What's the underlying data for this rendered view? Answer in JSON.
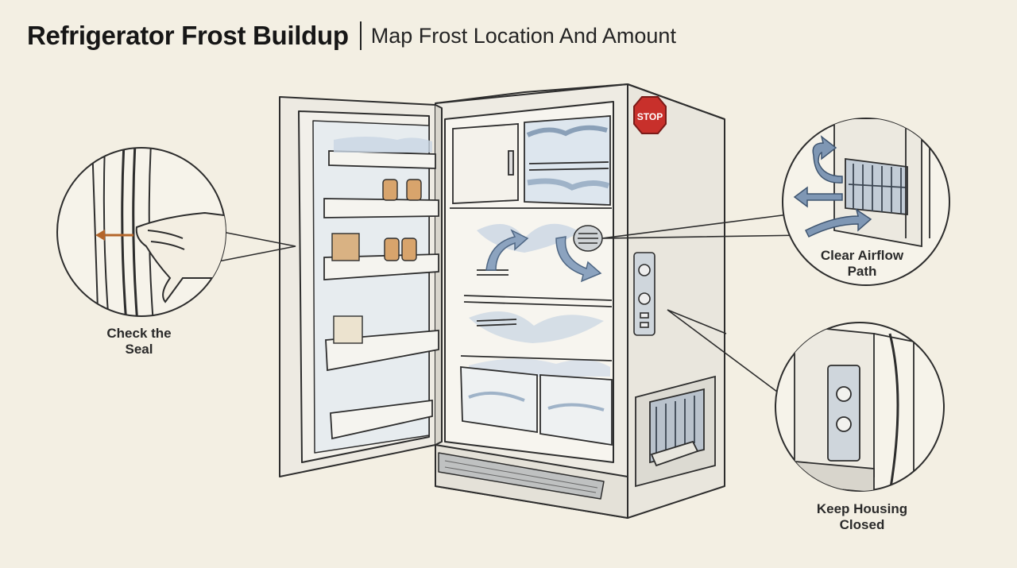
{
  "header": {
    "title": "Refrigerator Frost Buildup",
    "subtitle": "Map Frost Location And Amount"
  },
  "door_sign": {
    "text": "STOP"
  },
  "callouts": {
    "seal": {
      "line1": "Check the",
      "line2": "Seal"
    },
    "airflow": {
      "line1": "Clear Airflow",
      "line2": "Path"
    },
    "housing": {
      "line1": "Keep Housing",
      "line2": "Closed"
    }
  },
  "colors": {
    "background": "#f3efe3",
    "ink": "#2d2d2d",
    "frost": "#c9d6e3",
    "arrow_blue": "#7f97b4",
    "seal_arrow": "#b4652a",
    "stop_red": "#c8302b",
    "item_tan": "#d8a46c"
  }
}
